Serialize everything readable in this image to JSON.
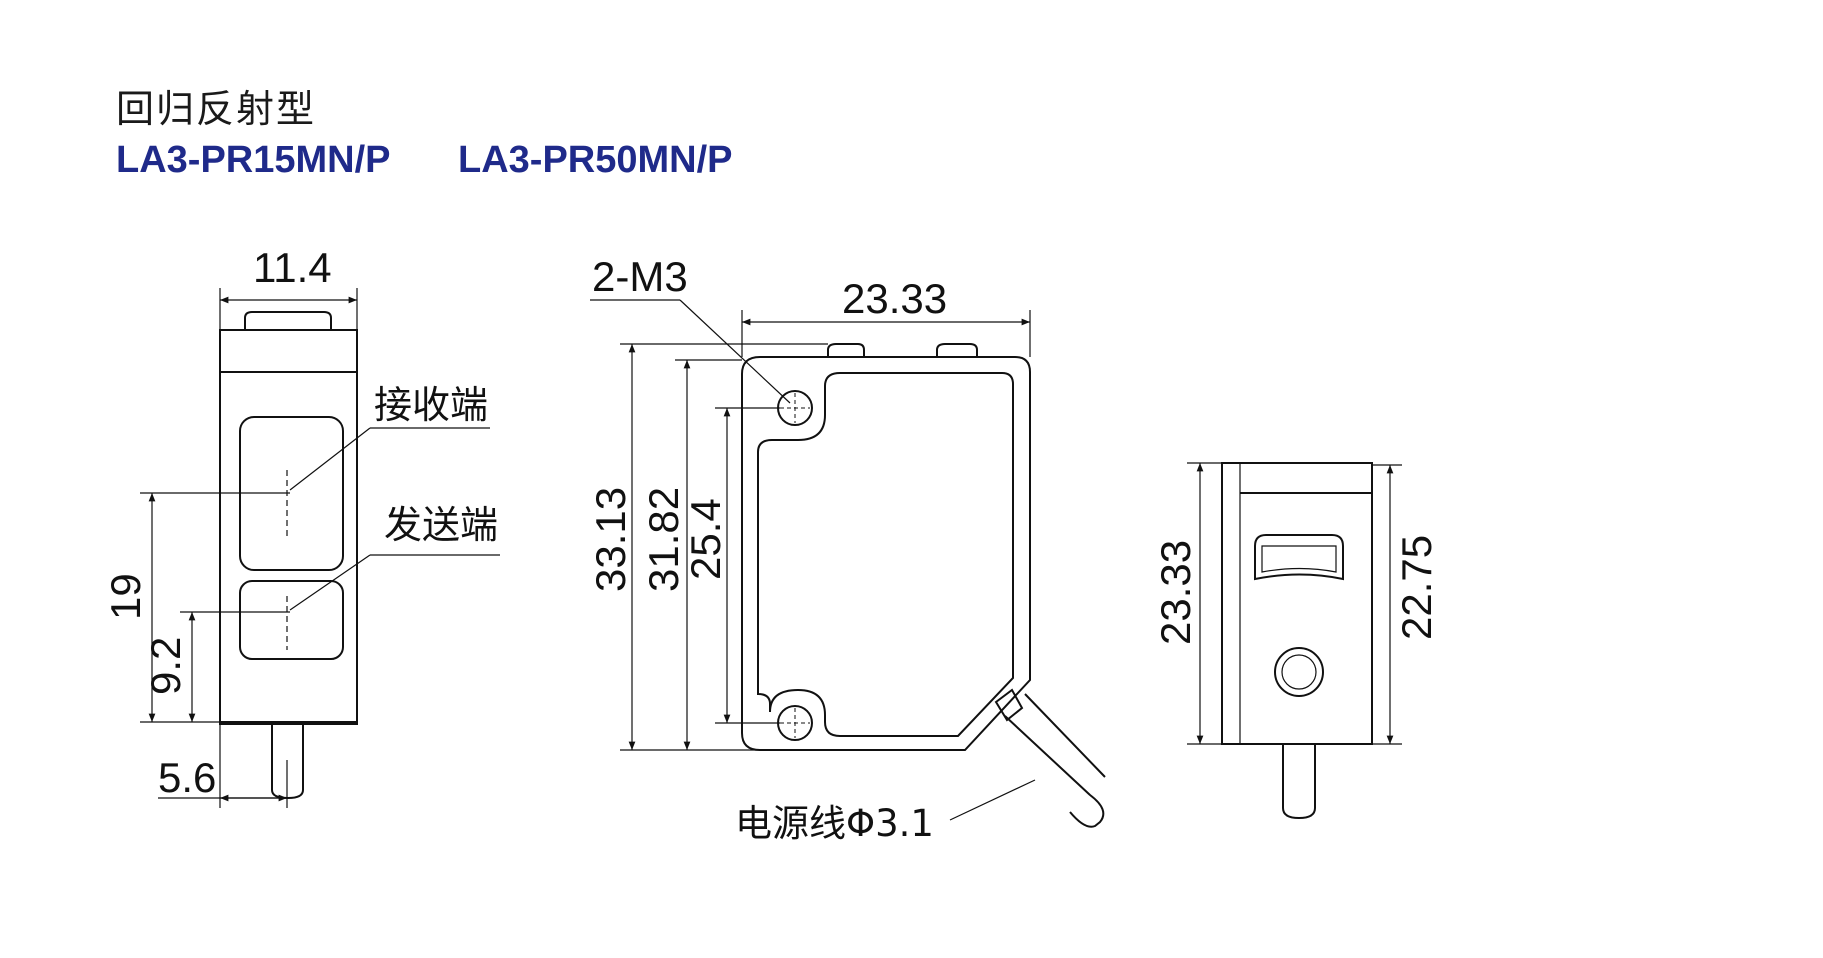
{
  "header": {
    "title": "回归反射型",
    "models": [
      "LA3-PR15MN/P",
      "LA3-PR50MN/P"
    ]
  },
  "colors": {
    "model_text": "#1f2a8a",
    "line": "#111111",
    "thin_line": "#333333"
  },
  "front_view": {
    "width_dim": "11.4",
    "height_dim": "19",
    "center_dim": "9.2",
    "cable_dim": "5.6",
    "receiver_label": "接收端",
    "emitter_label": "发送端"
  },
  "side_view": {
    "mount_label": "2-M3",
    "width_dim": "23.33",
    "height_dims": [
      "33.13",
      "31.82",
      "25.4"
    ],
    "cable_label": "电源线Φ3.1"
  },
  "back_view": {
    "height_left": "23.33",
    "height_right": "22.75"
  }
}
